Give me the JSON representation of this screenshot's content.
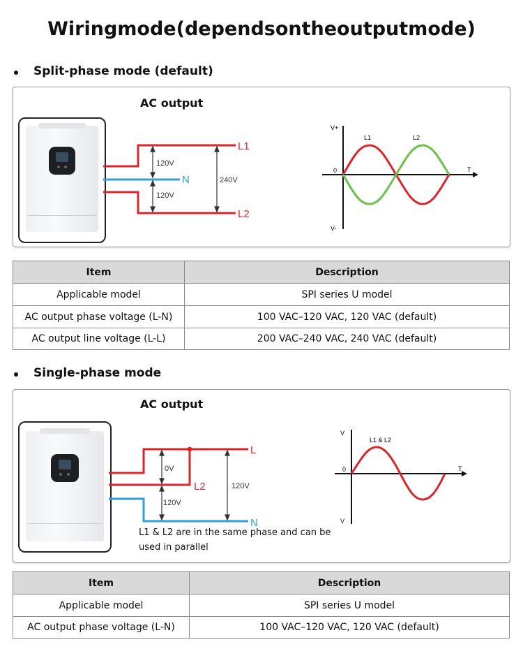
{
  "page_title": "Wiringmode(dependsontheoutputmode)",
  "sections": [
    {
      "heading": "Split-phase mode (default)",
      "diagram": {
        "ac_output_label": "AC output",
        "line_labels": {
          "l1": "L1",
          "n": "N",
          "l2": "L2"
        },
        "voltage_labels": {
          "upper": "120V",
          "lower": "120V",
          "total": "240V"
        },
        "waveform": {
          "v_plus": "V+",
          "v_minus": "V-",
          "origin": "0",
          "t_axis": "T",
          "l1": "L1",
          "l2": "L2"
        }
      },
      "table": {
        "headers": [
          "Item",
          "Description"
        ],
        "rows": [
          [
            "Applicable model",
            "SPI series U model"
          ],
          [
            "AC output phase voltage (L-N)",
            "100 VAC–120 VAC, 120 VAC (default)"
          ],
          [
            "AC output line voltage (L-L)",
            "200 VAC–240 VAC, 240 VAC (default)"
          ]
        ]
      }
    },
    {
      "heading": "Single-phase mode",
      "diagram": {
        "ac_output_label": "AC output",
        "line_labels": {
          "l": "L",
          "l2": "L2",
          "n": "N"
        },
        "voltage_labels": {
          "l_l2": "0V",
          "l2_n": "120V",
          "l_n": "120V"
        },
        "waveform": {
          "v_plus": "V",
          "v_minus": "V",
          "origin": "0",
          "t_axis": "T",
          "series": "L1 & L2"
        },
        "note": "L1 & L2 are in the same phase and can be used in parallel"
      },
      "table": {
        "headers": [
          "Item",
          "Description"
        ],
        "rows": [
          [
            "Applicable model",
            "SPI series U model"
          ],
          [
            "AC output phase voltage (L-N)",
            "100 VAC–120 VAC, 120 VAC (default)"
          ]
        ]
      }
    }
  ],
  "colors": {
    "red_line": "#d8262c",
    "blue_line": "#2f9fd8",
    "green_wave": "#6cc04a",
    "header_bg": "#d9d9d9"
  }
}
